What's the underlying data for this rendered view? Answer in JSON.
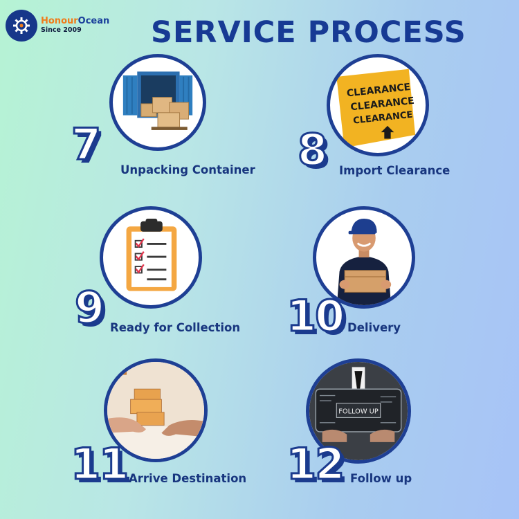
{
  "brand": {
    "name_part1": "Honour",
    "name_part2": "Ocean",
    "since": "Since 2009"
  },
  "title": "SERVICE PROCESS",
  "steps": [
    {
      "number": "7",
      "label": "Unpacking Container",
      "icon": "container-icon"
    },
    {
      "number": "8",
      "label": "Import Clearance",
      "icon": "clearance-sign-icon",
      "sign_text": "CLEARANCE"
    },
    {
      "number": "9",
      "label": "Ready for Collection",
      "icon": "clipboard-checklist-icon"
    },
    {
      "number": "10",
      "label": "Delivery",
      "icon": "delivery-man-icon"
    },
    {
      "number": "11",
      "label": "Arrive Destination",
      "icon": "package-handover-icon"
    },
    {
      "number": "12",
      "label": "Follow up",
      "icon": "follow-up-screen-icon",
      "screen_text": "FOLLOW UP"
    }
  ],
  "colors": {
    "navy": "#1b3b8e",
    "brand_orange": "#f07c1a"
  }
}
